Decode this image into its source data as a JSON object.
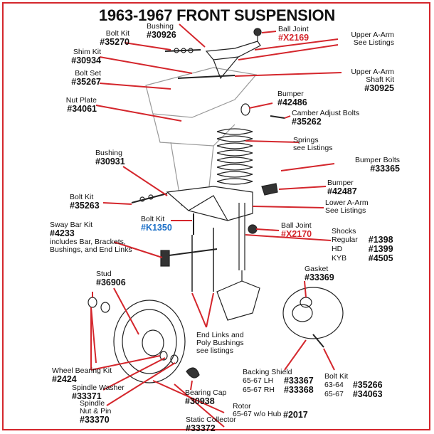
{
  "title": "1963-1967 FRONT SUSPENSION",
  "colors": {
    "leader": "#d4262c",
    "red_part": "#d4262c",
    "blue_part": "#1b6fc7",
    "frame": "#d4262c"
  },
  "labels": {
    "bushing_top": {
      "name": "Bushing",
      "part": "#30926"
    },
    "bolt_kit_top": {
      "name": "Bolt Kit",
      "part": "#35270"
    },
    "ball_joint_top": {
      "name": "Ball Joint",
      "part": "#X2169"
    },
    "upper_a_arm": {
      "name": "Upper A-Arm",
      "sub": "See Listings"
    },
    "shim_kit": {
      "name": "Shim Kit",
      "part": "#30934"
    },
    "bolt_set": {
      "name": "Bolt Set",
      "part": "#35267"
    },
    "upper_shaft_kit": {
      "name": "Upper A-Arm",
      "sub": "Shaft Kit",
      "part": "#30925"
    },
    "nut_plate": {
      "name": "Nut Plate",
      "part": "#34061"
    },
    "bumper_top": {
      "name": "Bumper",
      "part": "#42486"
    },
    "camber_bolts": {
      "name": "Camber Adjust Bolts",
      "part": "#35262"
    },
    "springs": {
      "name": "Springs",
      "sub": "see Listings"
    },
    "bushing_mid": {
      "name": "Bushing",
      "part": "#30931"
    },
    "bumper_bolts": {
      "name": "Bumper Bolts",
      "part": "#33365"
    },
    "bumper_mid": {
      "name": "Bumper",
      "part": "#42487"
    },
    "bolt_kit_mid": {
      "name": "Bolt Kit",
      "part": "#35263"
    },
    "lower_a_arm": {
      "name": "Lower A-Arm",
      "sub": "See Listings"
    },
    "bolt_kit_blue": {
      "name": "Bolt Kit",
      "part": "#K1350"
    },
    "ball_joint_low": {
      "name": "Ball Joint",
      "part": "#X2170"
    },
    "sway_bar": {
      "name": "Sway Bar Kit",
      "part": "#4233",
      "lines": [
        "includes Bar, Brackets,",
        "Bushings, and End Links"
      ]
    },
    "shocks": {
      "name": "Shocks",
      "rows": [
        {
          "k": "Regular",
          "v": "#1398"
        },
        {
          "k": "HD",
          "v": "#1399"
        },
        {
          "k": "KYB",
          "v": "#4505"
        }
      ]
    },
    "stud": {
      "name": "Stud",
      "part": "#36906"
    },
    "gasket": {
      "name": "Gasket",
      "part": "#33369"
    },
    "end_links": {
      "lines": [
        "End Links and",
        "Poly Bushings",
        "see listings"
      ]
    },
    "wheel_bearing": {
      "name": "Wheel Bearing Kit",
      "part": "#2424"
    },
    "backing_shield": {
      "name": "Backing Shield",
      "rows": [
        {
          "k": "65-67 LH",
          "v": "#33367"
        },
        {
          "k": "65-67 RH",
          "v": "#33368"
        }
      ]
    },
    "bolt_kit_low": {
      "name": "Bolt Kit",
      "rows": [
        {
          "k": "63-64",
          "v": "#35266"
        },
        {
          "k": "65-67",
          "v": "#34063"
        }
      ]
    },
    "spindle_washer": {
      "name": "Spindle Washer",
      "part": "#33371"
    },
    "bearing_cap": {
      "name": "Bearing Cap",
      "part": "#30938"
    },
    "spindle_nut": {
      "name": "Spindle",
      "sub": "Nut & Pin",
      "part": "#33370"
    },
    "rotor": {
      "name": "Rotor",
      "sub": "65-67 w/o Hub",
      "part": "#2017"
    },
    "static_collector": {
      "name": "Static Collector",
      "part": "#33372"
    }
  }
}
